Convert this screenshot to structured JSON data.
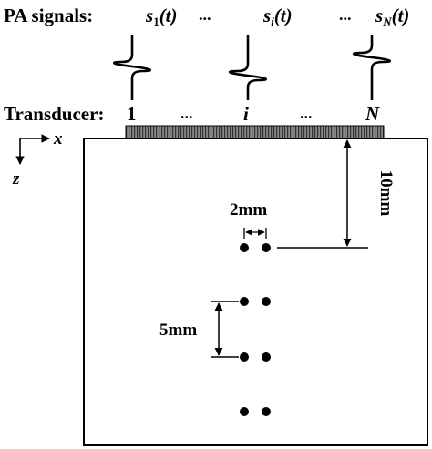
{
  "labels": {
    "pa_signals": "PA signals:",
    "transducer": "Transducer:",
    "dots": "...",
    "sig_s": "s",
    "sig_sub_1": "1",
    "sig_sub_i": "i",
    "sig_sub_N": "N",
    "sig_t": "(t)",
    "elem_1": "1",
    "elem_i": "i",
    "elem_N": "N",
    "axis_x": "x",
    "axis_z": "z",
    "dim_depth": "10mm",
    "dim_spacing": "2mm",
    "dim_pitch": "5mm"
  },
  "colors": {
    "ink": "#000000",
    "transducer_fill": "#777777",
    "background": "#ffffff"
  }
}
